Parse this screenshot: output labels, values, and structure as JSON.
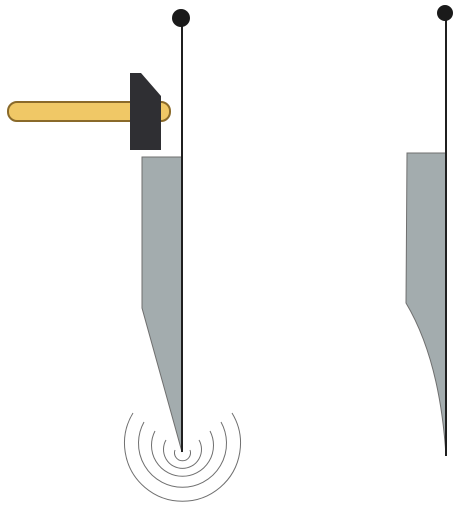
{
  "colors": {
    "blade_fill": "#a3acae",
    "blade_stroke": "#6f6f6f",
    "needle": "#1f1f1f",
    "pin_head": "#1a1a1a",
    "hammer_handle": "#f0c866",
    "hammer_handle_stroke": "#8a6a2a",
    "hammer_head": "#2f2f33",
    "ripple": "#6f6f6f"
  },
  "icons": {
    "left_figure": "blade-with-pin-and-hammer",
    "right_figure": "bent-blade-with-pin",
    "tool": "hammer-icon",
    "vibration": "vibration-waves"
  }
}
